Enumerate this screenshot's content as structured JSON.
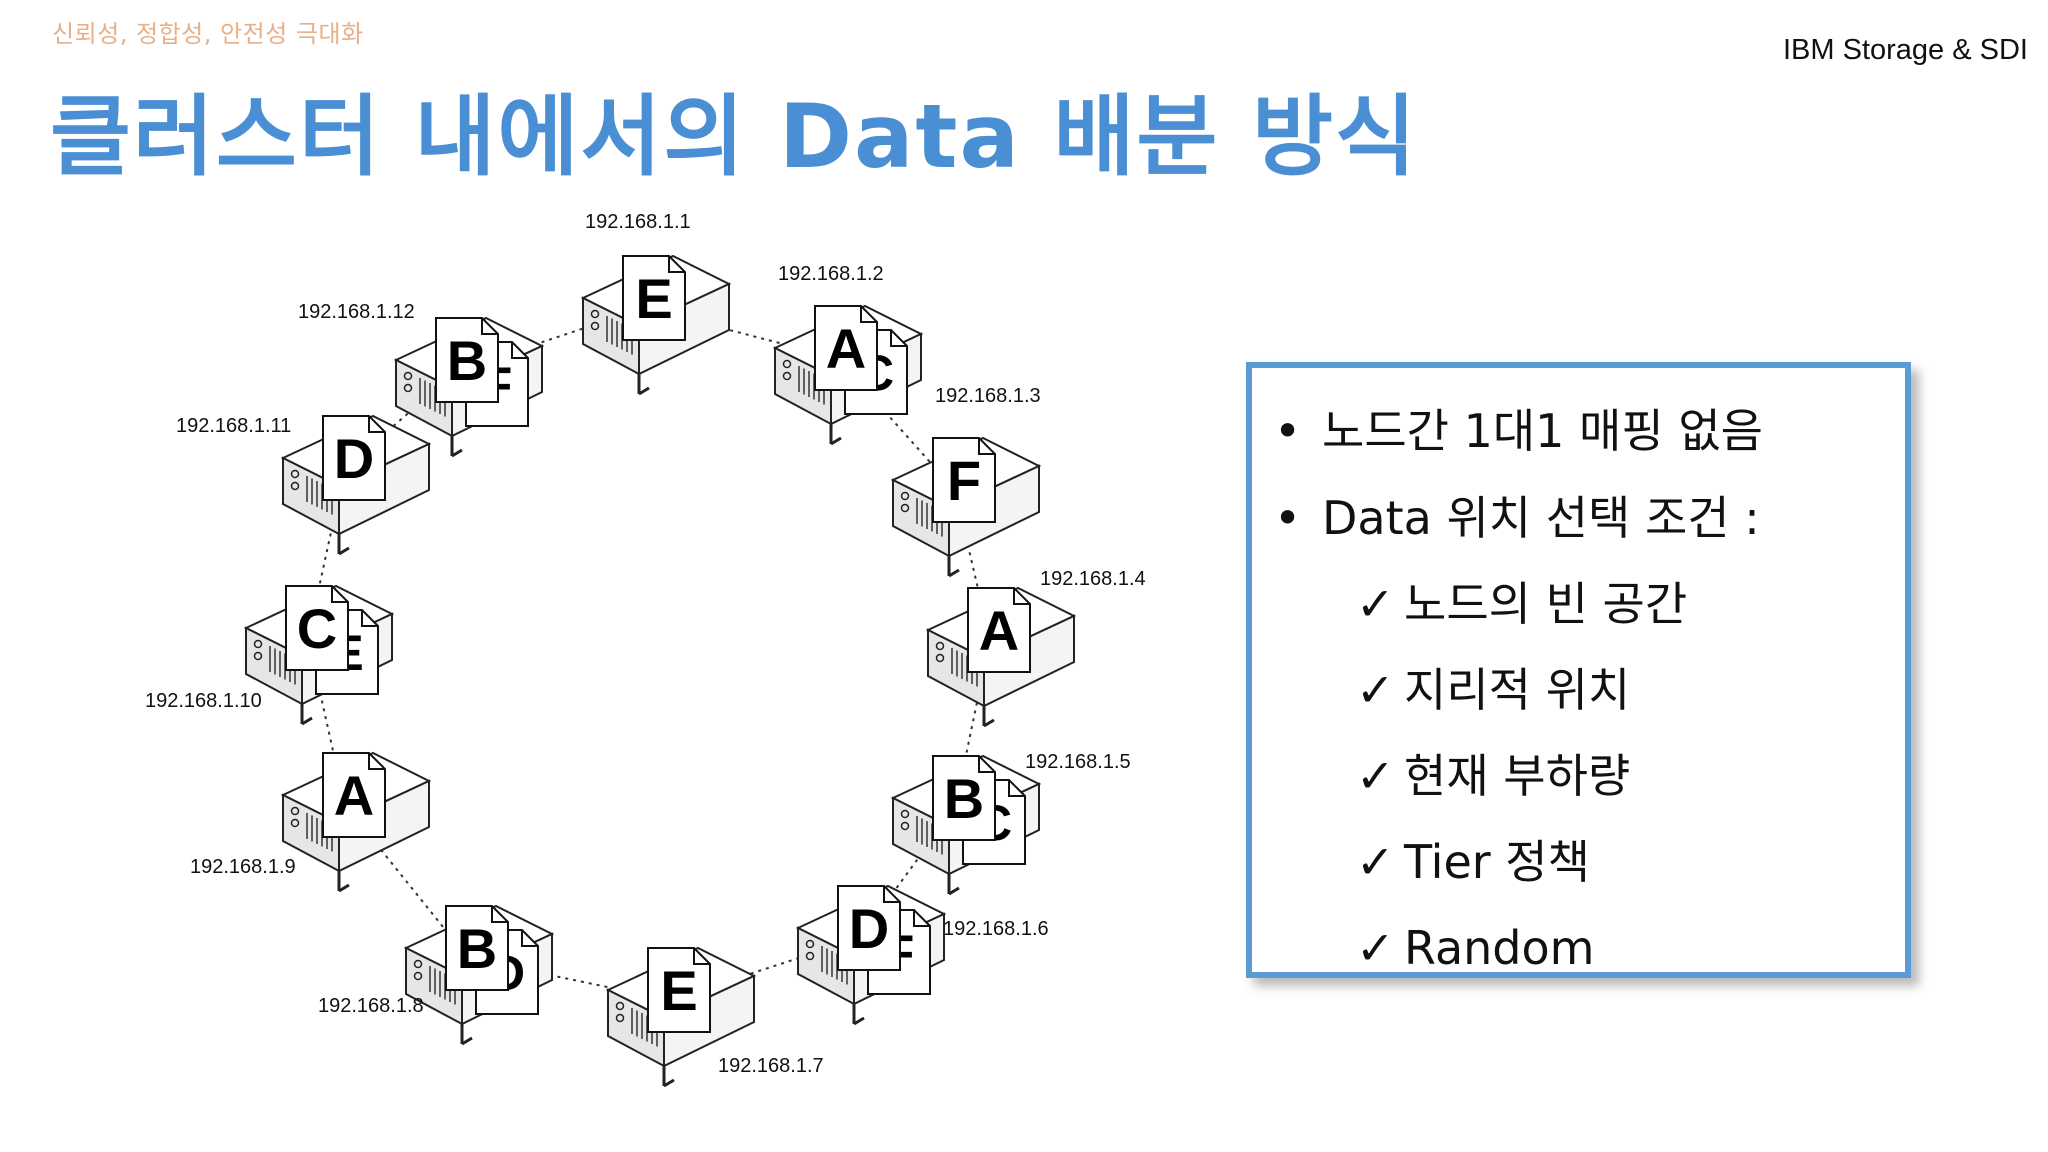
{
  "header": {
    "subtitle": "신뢰성, 정합성, 안전성 극대화",
    "brand": "IBM Storage & SDI",
    "title": "클러스터 내에서의 Data 배분 방식"
  },
  "nodes": [
    {
      "ip": "192.168.1.1",
      "front": "E",
      "back": ""
    },
    {
      "ip": "192.168.1.2",
      "front": "A",
      "back": "C"
    },
    {
      "ip": "192.168.1.3",
      "front": "F",
      "back": ""
    },
    {
      "ip": "192.168.1.4",
      "front": "A",
      "back": ""
    },
    {
      "ip": "192.168.1.5",
      "front": "B",
      "back": "C"
    },
    {
      "ip": "192.168.1.6",
      "front": "D",
      "back": "F"
    },
    {
      "ip": "192.168.1.7",
      "front": "E",
      "back": ""
    },
    {
      "ip": "192.168.1.8",
      "front": "B",
      "back": "D"
    },
    {
      "ip": "192.168.1.9",
      "front": "A",
      "back": ""
    },
    {
      "ip": "192.168.1.10",
      "front": "C",
      "back": "E"
    },
    {
      "ip": "192.168.1.11",
      "front": "D",
      "back": ""
    },
    {
      "ip": "192.168.1.12",
      "front": "B",
      "back": "F"
    }
  ],
  "criteria": {
    "bullets": [
      "노드간 1대1 매핑 없음",
      "Data 위치 선택 조건 :"
    ],
    "checks": [
      "노드의 빈 공간",
      "지리적 위치",
      "현재 부하량",
      "Tier 정책",
      "Random"
    ],
    "bullet_symbol": "•",
    "check_symbol": "✓"
  }
}
